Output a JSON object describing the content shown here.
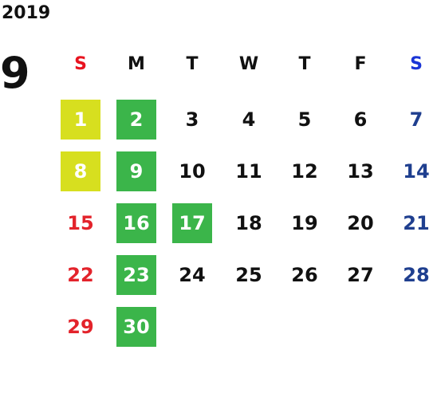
{
  "calendar": {
    "year": "2019",
    "month": "9",
    "weekdays": [
      {
        "label": "S",
        "color": "#e8131f"
      },
      {
        "label": "M",
        "color": "#111111"
      },
      {
        "label": "T",
        "color": "#111111"
      },
      {
        "label": "W",
        "color": "#111111"
      },
      {
        "label": "T",
        "color": "#111111"
      },
      {
        "label": "F",
        "color": "#111111"
      },
      {
        "label": "S",
        "color": "#1a35d6"
      }
    ],
    "colors": {
      "sunday": "#e3232b",
      "saturday": "#1f3f8f",
      "weekday": "#111111",
      "highlight_yellow": "#d7df1f",
      "highlight_green": "#3bb54a"
    },
    "weeks": [
      [
        {
          "day": "1",
          "highlight": "yellow"
        },
        {
          "day": "2",
          "highlight": "green"
        },
        {
          "day": "3",
          "highlight": ""
        },
        {
          "day": "4",
          "highlight": ""
        },
        {
          "day": "5",
          "highlight": ""
        },
        {
          "day": "6",
          "highlight": ""
        },
        {
          "day": "7",
          "highlight": ""
        }
      ],
      [
        {
          "day": "8",
          "highlight": "yellow"
        },
        {
          "day": "9",
          "highlight": "green"
        },
        {
          "day": "10",
          "highlight": ""
        },
        {
          "day": "11",
          "highlight": ""
        },
        {
          "day": "12",
          "highlight": ""
        },
        {
          "day": "13",
          "highlight": ""
        },
        {
          "day": "14",
          "highlight": ""
        }
      ],
      [
        {
          "day": "15",
          "highlight": ""
        },
        {
          "day": "16",
          "highlight": "green"
        },
        {
          "day": "17",
          "highlight": "green"
        },
        {
          "day": "18",
          "highlight": ""
        },
        {
          "day": "19",
          "highlight": ""
        },
        {
          "day": "20",
          "highlight": ""
        },
        {
          "day": "21",
          "highlight": ""
        }
      ],
      [
        {
          "day": "22",
          "highlight": ""
        },
        {
          "day": "23",
          "highlight": "green"
        },
        {
          "day": "24",
          "highlight": ""
        },
        {
          "day": "25",
          "highlight": ""
        },
        {
          "day": "26",
          "highlight": ""
        },
        {
          "day": "27",
          "highlight": ""
        },
        {
          "day": "28",
          "highlight": ""
        }
      ],
      [
        {
          "day": "29",
          "highlight": ""
        },
        {
          "day": "30",
          "highlight": "green"
        }
      ]
    ]
  }
}
